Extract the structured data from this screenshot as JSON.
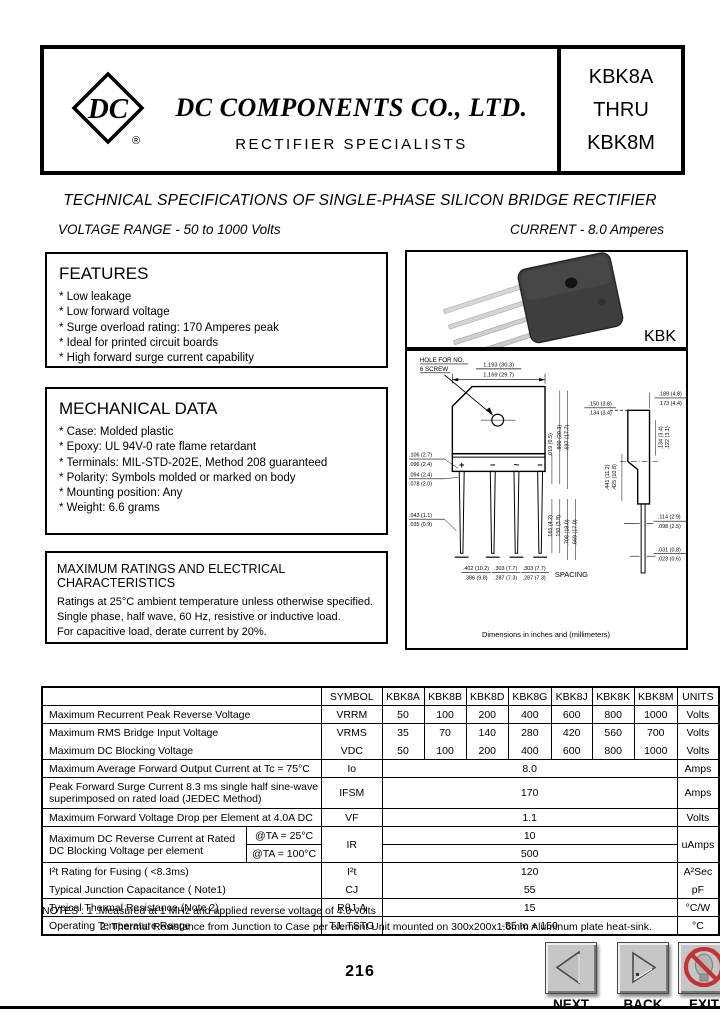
{
  "header": {
    "logo": "DC",
    "registered": "®",
    "company": "DC COMPONENTS CO.,  LTD.",
    "tagline": "RECTIFIER SPECIALISTS",
    "parts": {
      "a": "KBK8A",
      "thru": "THRU",
      "m": "KBK8M"
    }
  },
  "title": "TECHNICAL  SPECIFICATIONS OF SINGLE-PHASE SILICON BRIDGE RECTIFIER",
  "subtitle": {
    "left": "VOLTAGE RANGE - 50 to 1000 Volts",
    "right": "CURRENT - 8.0 Amperes"
  },
  "features": {
    "heading": "FEATURES",
    "items": [
      "Low leakage",
      "Low forward voltage",
      "Surge overload rating: 170 Amperes peak",
      "Ideal for printed circuit boards",
      "High forward surge current capability"
    ]
  },
  "mechanical": {
    "heading": "MECHANICAL DATA",
    "items": [
      "Case: Molded plastic",
      "Epoxy: UL 94V-0 rate flame retardant",
      "Terminals:  MIL-STD-202E,  Method 208 guaranteed",
      "Polarity: Symbols molded or marked on body",
      "Mounting position: Any",
      "Weight: 6.6 grams"
    ]
  },
  "ratings_box": {
    "heading": "MAXIMUM RATINGS AND ELECTRICAL CHARACTERISTICS",
    "lines": [
      "Ratings at 25°C ambient temperature unless otherwise specified.",
      "Single phase, half wave, 60 Hz, resistive or inductive load.",
      "For capacitive load, derate current by 20%."
    ]
  },
  "package": {
    "label": "KBK"
  },
  "diagram": {
    "hole1": "HOLE FOR NO.",
    "hole2": "6 SCREW",
    "w1": "1.193 (30.3)",
    "w2": "1.169 (29.7)",
    "l1a": ".106 (2.7)",
    "l1b": ".096 (2.4)",
    "l2a": ".094 (2.4)",
    "l2b": ".078 (2.0)",
    "l3a": ".043 (1.1)",
    "l3b": ".035 (0.9)",
    "s1a": ".402 (10.2)",
    "s1b": ".386 (9.8)",
    "s2a": ".303 (7.7)",
    "s2b": ".287 (7.3)",
    "s3a": ".303 (7.7)",
    "s3b": ".287 (7.3)",
    "spacing": "SPACING",
    "r1": ".019 (0.5)",
    "r2": ".800 (20.3)",
    "r3": ".697 (17.7)",
    "r4": ".165 (4.2)",
    "r5": ".150 (3.8)",
    "r6": ".708 (18.0)",
    "r7": ".669 (17.0)",
    "t1a": ".189 (4.8)",
    "t1b": ".173 (4.4)",
    "t2a": ".150 (3.8)",
    "t2b": ".134 (3.4)",
    "q1a": ".134 (3.4)",
    "q1b": ".122 (3.1)",
    "q2a": ".441 (11.2)",
    "q2b": ".425 (10.8)",
    "q3a": ".114 (2.9)",
    "q3b": ".098 (2.5)",
    "q4a": ".031 (0.8)",
    "q4b": ".023 (0.6)",
    "p1": "+",
    "p2": "−",
    "p3": "~",
    "p4": "−",
    "footer": "Dimensions in inches and (millimeters)"
  },
  "table": {
    "headers": [
      "SYMBOL",
      "KBK8A",
      "KBK8B",
      "KBK8D",
      "KBK8G",
      "KBK8J",
      "KBK8K",
      "KBK8M",
      "UNITS"
    ],
    "rows": {
      "vrrm": {
        "label": "Maximum Recurrent Peak Reverse Voltage",
        "symbol": "VRRM",
        "values": [
          "50",
          "100",
          "200",
          "400",
          "600",
          "800",
          "1000"
        ],
        "units": "Volts"
      },
      "vrms": {
        "label": "Maximum RMS Bridge Input Voltage",
        "symbol": "VRMS",
        "values": [
          "35",
          "70",
          "140",
          "280",
          "420",
          "560",
          "700"
        ],
        "units": "Volts"
      },
      "vdc": {
        "label": "Maximum DC Blocking Voltage",
        "symbol": "VDC",
        "values": [
          "50",
          "100",
          "200",
          "400",
          "600",
          "800",
          "1000"
        ],
        "units": "Volts"
      },
      "io": {
        "label": "Maximum Average Forward Output Current at Tc =  75°C",
        "symbol": "Io",
        "value": "8.0",
        "units": "Amps"
      },
      "ifsm": {
        "label1": "Peak Forward Surge Current 8.3 ms single half sine-wave",
        "label2": "superimposed on rated load (JEDEC Method)",
        "symbol": "IFSM",
        "value": "170",
        "units": "Amps"
      },
      "vf": {
        "label": "Maximum Forward Voltage Drop per  Element at 4.0A DC",
        "symbol": "VF",
        "value": "1.1",
        "units": "Volts"
      },
      "ir": {
        "label1": "Maximum DC Reverse Current at  Rated",
        "label2": "DC Blocking Voltage per element",
        "cond1": "@TA = 25°C",
        "cond2": "@TA = 100°C",
        "symbol": "IR",
        "value1": "10",
        "value2": "500",
        "units": "uAmps"
      },
      "i2t": {
        "label": "I²t Rating for Fusing ( <8.3ms)",
        "symbol": "I²t",
        "value": "120",
        "units": "A²Sec"
      },
      "cj": {
        "label": "Typical Junction Capacitance ( Note1)",
        "symbol": "CJ",
        "value": "55",
        "units": "pF"
      },
      "rth": {
        "label": "Typical Thermal Resistance (Note 2)",
        "symbol": "RθJ-A",
        "value": "15",
        "units": "°C/W"
      },
      "temp": {
        "label": "Operating Temperature Range",
        "symbol": "TJ, TSTG",
        "value": "-55 to + 150",
        "units": "°C"
      }
    }
  },
  "notes": {
    "line1": "NOTES : 1 .Measured at 1 MHz and applied reverse voltage of 4.0 volts",
    "line2": "2. Thermal Resistance from Junction to Case per element Unit mounted on 300x200x1.6mm Aluminum plate heat-sink."
  },
  "footer": {
    "page": "216",
    "next": "NEXT",
    "back": "BACK",
    "exit": "EXIT"
  }
}
